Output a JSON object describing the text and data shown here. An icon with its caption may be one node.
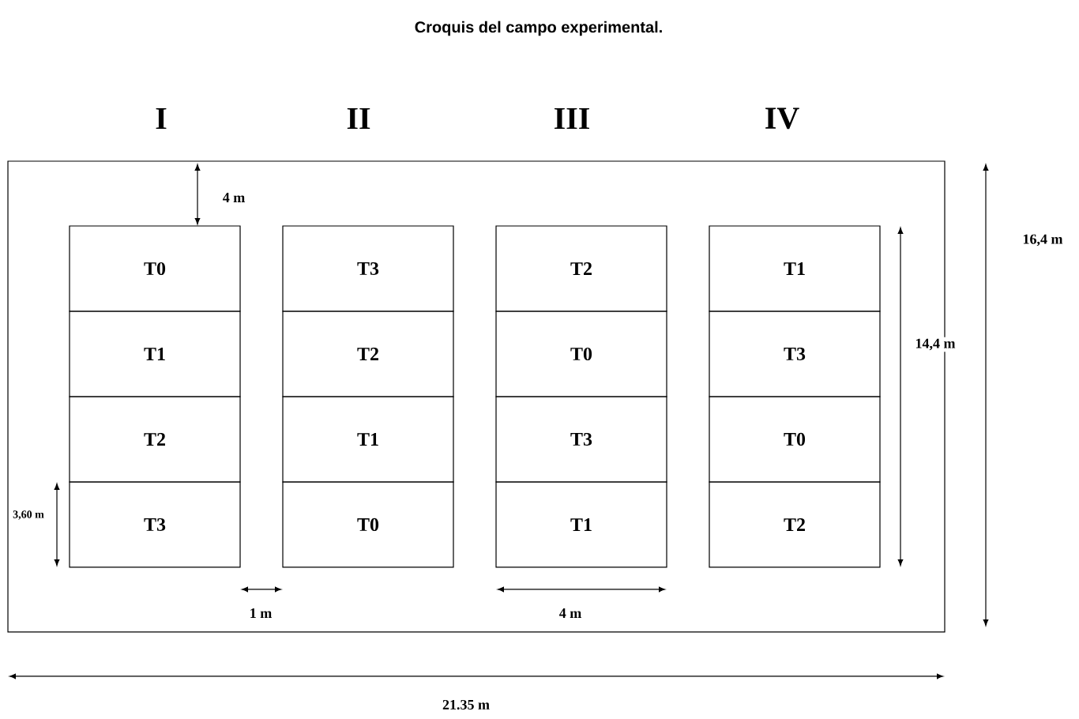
{
  "diagram": {
    "title": "Croquis del campo experimental.",
    "nodes": [
      {
        "text": [],
        "shape": "box"
      },
      {
        "text": [
          "T0"
        ],
        "in": 0
      },
      {
        "text": [
          "T1"
        ],
        "in": 0
      },
      {
        "text": [
          "T2"
        ],
        "in": 0
      },
      {
        "text": [
          "T3"
        ],
        "in": 0
      },
      {
        "text": [
          "T3"
        ],
        "in": 0
      },
      {
        "text": [
          "T2"
        ],
        "in": 0
      },
      {
        "text": [
          "T1"
        ],
        "in": 0
      },
      {
        "text": [
          "T0"
        ],
        "in": 0
      },
      {
        "text": [
          "T2"
        ],
        "in": 0
      },
      {
        "text": [
          "T0"
        ],
        "in": 0
      },
      {
        "text": [
          "T3"
        ],
        "in": 0
      },
      {
        "text": [
          "T1"
        ],
        "in": 0
      },
      {
        "text": [
          "T1"
        ],
        "in": 0
      },
      {
        "text": [
          "T3"
        ],
        "in": 0
      },
      {
        "text": [
          "T0"
        ],
        "in": 0
      },
      {
        "text": [
          "T2"
        ],
        "in": 0
      }
    ],
    "labels": [
      "I",
      "II",
      "III",
      "IV",
      "4 m",
      "16,4 m",
      "14,4 m",
      "3,60 m",
      "1 m",
      "4 m",
      "21.35 m"
    ]
  }
}
